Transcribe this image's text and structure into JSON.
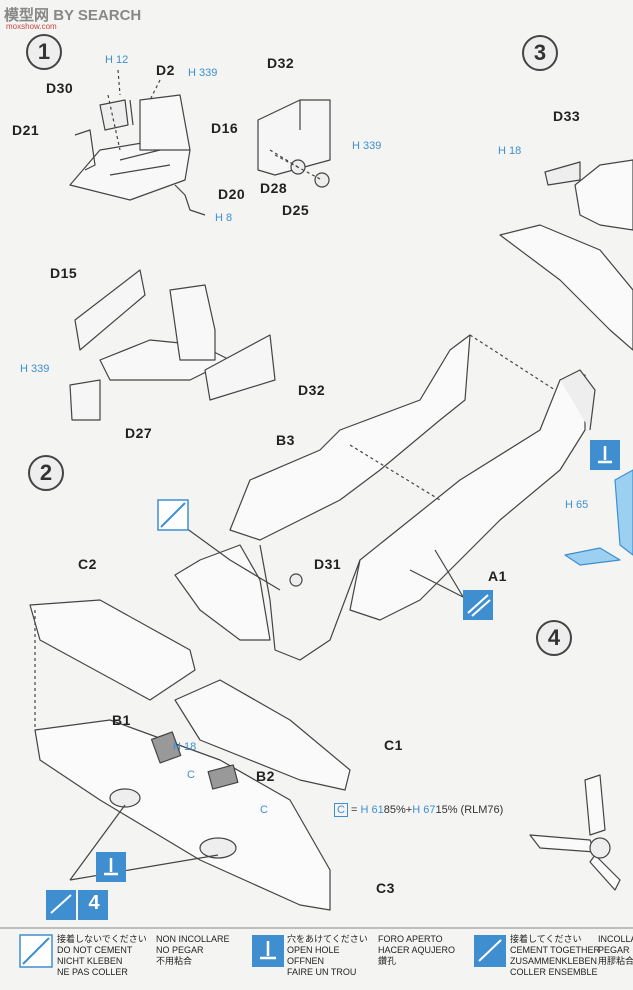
{
  "watermark": {
    "brand": "模型网",
    "search": "BY SEARCH",
    "url": "moxshow.com"
  },
  "steps": [
    "1",
    "2",
    "3",
    "4"
  ],
  "parts": {
    "D2": "D2",
    "D30": "D30",
    "D16": "D16",
    "D21": "D21",
    "D20": "D20",
    "D32a": "D32",
    "D28": "D28",
    "D25": "D25",
    "D15": "D15",
    "D27": "D27",
    "D32b": "D32",
    "D33": "D33",
    "B3": "B3",
    "D31": "D31",
    "A1": "A1",
    "C2": "C2",
    "B1": "B1",
    "B2": "B2",
    "C1": "C1",
    "C3": "C3"
  },
  "paint_refs": {
    "h12": "H 12",
    "h339_a": "H 339",
    "h8": "H 8",
    "h339_b": "H 339",
    "h339_c": "H 339",
    "h18_a": "H 18",
    "h65": "H 65",
    "h18_b": "H 18",
    "c_a": "C",
    "c_b": "C"
  },
  "mix_note": {
    "c": "C",
    "eq": " = ",
    "h61": "H 61",
    "p1": "85%+",
    "h67": "H 67",
    "p2": "15% (RLM76)"
  },
  "legend": [
    {
      "icon": "no-cement-icon",
      "lines": [
        "接着しないでください",
        "DO NOT CEMENT",
        "NICHT KLEBEN",
        "NE PAS COLLER"
      ]
    },
    {
      "icon": "",
      "lines": [
        "NON INCOLLARE",
        "NO PEGAR",
        "不用粘合"
      ]
    },
    {
      "icon": "open-hole-icon",
      "lines": [
        "穴をあけてください",
        "OPEN HOLE",
        "OFFNEN",
        "FAIRE UN TROU"
      ]
    },
    {
      "icon": "",
      "lines": [
        "FORO APERTO",
        "HACER AQUJERO",
        "鑽孔"
      ]
    },
    {
      "icon": "cement-together-icon",
      "lines": [
        "接着してください",
        "CEMENT TOGETHER",
        "ZUSAMMENKLEBEN",
        "COLLER ENSEMBLE"
      ]
    },
    {
      "icon": "",
      "lines": [
        "INCOLLARE",
        "PEGAR",
        "用膠粘合"
      ]
    }
  ],
  "colors": {
    "accent": "#3f8fd0",
    "ink": "#333333",
    "paper": "#f4f4f2"
  }
}
